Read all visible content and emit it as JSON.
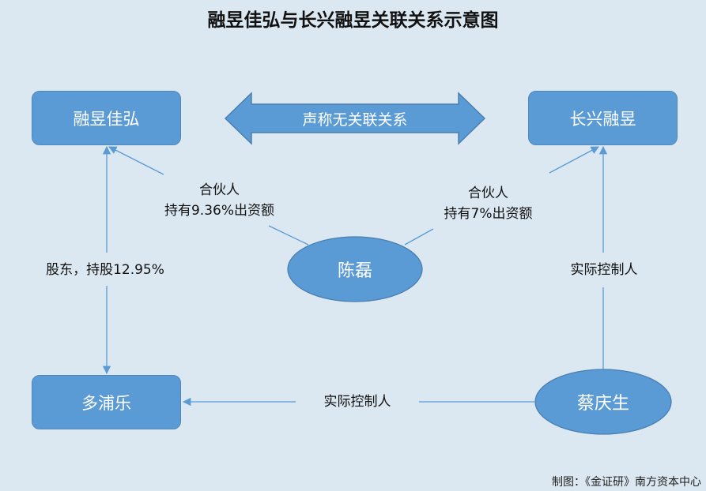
{
  "title": "融昱佳弘与长兴融昱关联关系示意图",
  "nodes": {
    "rongyu_jiahong": "融昱佳弘",
    "changxing_rongyu": "长兴融昱",
    "duopule": "多浦乐",
    "chen_lei": "陈磊",
    "cai_qingsheng": "蔡庆生"
  },
  "arrow_label": "声称无关联关系",
  "edges": {
    "chen_to_jiahong": [
      "合伙人",
      "持有9.36%出资额"
    ],
    "chen_to_changxing": [
      "合伙人",
      "持有7%出资额"
    ],
    "jiahong_to_duopule": "股东，持股12.95%",
    "cai_to_changxing": "实际控制人",
    "cai_to_duopule": "实际控制人"
  },
  "credit": "制图：《金证研》南方资本中心",
  "colors": {
    "background": "#dbe8f1",
    "node_fill": "#5b9bd5",
    "edge": "#5b9bd5"
  }
}
